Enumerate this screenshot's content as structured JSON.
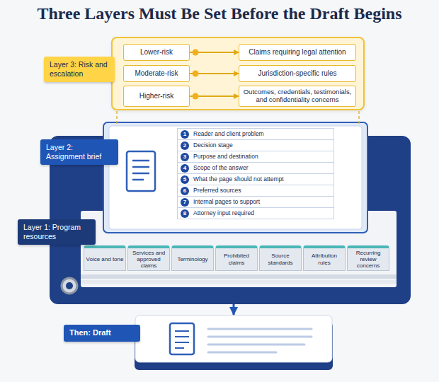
{
  "diagram": {
    "title": "Three Layers Must Be Set Before the Draft Begins",
    "nodes": [
      {
        "text": [
          "Layer 3: Risk and escalation"
        ]
      },
      {
        "text": [
          "Lower-risk"
        ],
        "in": 0
      },
      {
        "text": [
          "Claims requiring legal attention"
        ],
        "in": 0
      },
      {
        "text": [
          "Moderate-risk"
        ],
        "in": 0
      },
      {
        "text": [
          "Jurisdiction-specific rules"
        ],
        "in": 0
      },
      {
        "text": [
          "Higher-risk"
        ],
        "in": 0
      },
      {
        "text": [
          "Outcomes, credentials, testimonials, and confidentiality concerns"
        ],
        "in": 0
      },
      {
        "text": [
          "Layer 2: Assignment brief"
        ]
      },
      {
        "text": [
          "1",
          "Reader and client problem"
        ],
        "in": 7
      },
      {
        "text": [
          "2",
          "Decision stage"
        ],
        "in": 7
      },
      {
        "text": [
          "3",
          "Purpose and destination"
        ],
        "in": 7
      },
      {
        "text": [
          "4",
          "Scope of the answer"
        ],
        "in": 7
      },
      {
        "text": [
          "5",
          "What the page should not attempt"
        ],
        "in": 7
      },
      {
        "text": [
          "6",
          "Preferred sources"
        ],
        "in": 7
      },
      {
        "text": [
          "7",
          "Internal pages to support"
        ],
        "in": 7
      },
      {
        "text": [
          "8",
          "Attorney input required"
        ],
        "in": 7
      },
      {
        "text": [
          "Layer 1: Program resources"
        ]
      },
      {
        "text": [
          "Voice and tone"
        ],
        "in": 16
      },
      {
        "text": [
          "Services and approved claims"
        ],
        "in": 16
      },
      {
        "text": [
          "Terminology"
        ],
        "in": 16
      },
      {
        "text": [
          "Prohibited claims"
        ],
        "in": 16
      },
      {
        "text": [
          "Source standards"
        ],
        "in": 16
      },
      {
        "text": [
          "Attribution rules"
        ],
        "in": 16
      },
      {
        "text": [
          "Recurring review concerns"
        ],
        "in": 16
      },
      {
        "text": [
          "Then: Draft"
        ]
      }
    ],
    "edges": [
      {
        "from": 1,
        "to": 2,
        "arrow": "to"
      },
      {
        "from": 3,
        "to": 4,
        "arrow": "to"
      },
      {
        "from": 5,
        "to": 6,
        "arrow": "to"
      },
      {
        "from": 16,
        "to": 24,
        "arrow": "to"
      }
    ]
  }
}
